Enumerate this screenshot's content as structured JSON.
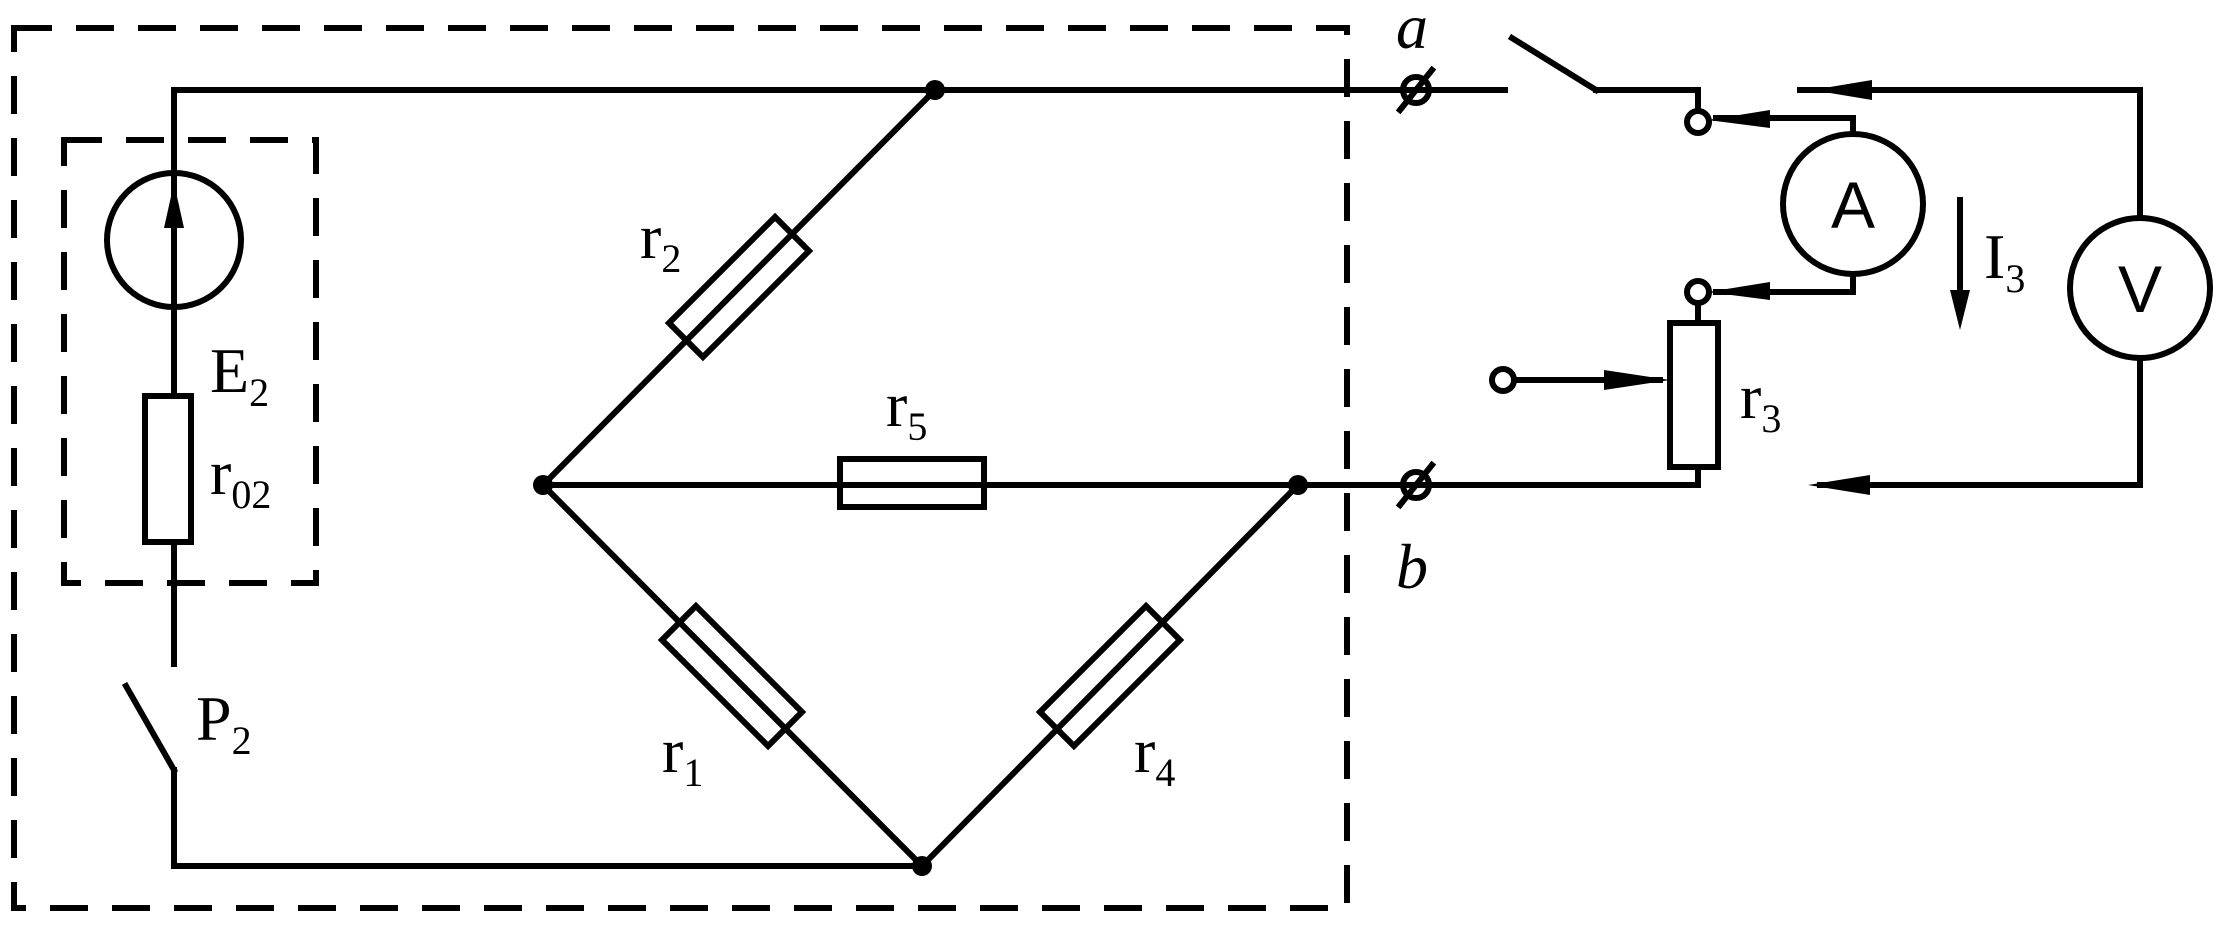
{
  "labels": {
    "E2": {
      "main": "E",
      "sub": "2"
    },
    "r02": {
      "main": "r",
      "sub": "02"
    },
    "P2": {
      "main": "P",
      "sub": "2"
    },
    "r1": {
      "main": "r",
      "sub": "1"
    },
    "r2": {
      "main": "r",
      "sub": "2"
    },
    "r3": {
      "main": "r",
      "sub": "3"
    },
    "r4": {
      "main": "r",
      "sub": "4"
    },
    "r5": {
      "main": "r",
      "sub": "5"
    },
    "I3": {
      "main": "I",
      "sub": "3"
    },
    "terminal_a": "a",
    "terminal_b": "b",
    "ammeter": "A",
    "voltmeter": "V"
  }
}
